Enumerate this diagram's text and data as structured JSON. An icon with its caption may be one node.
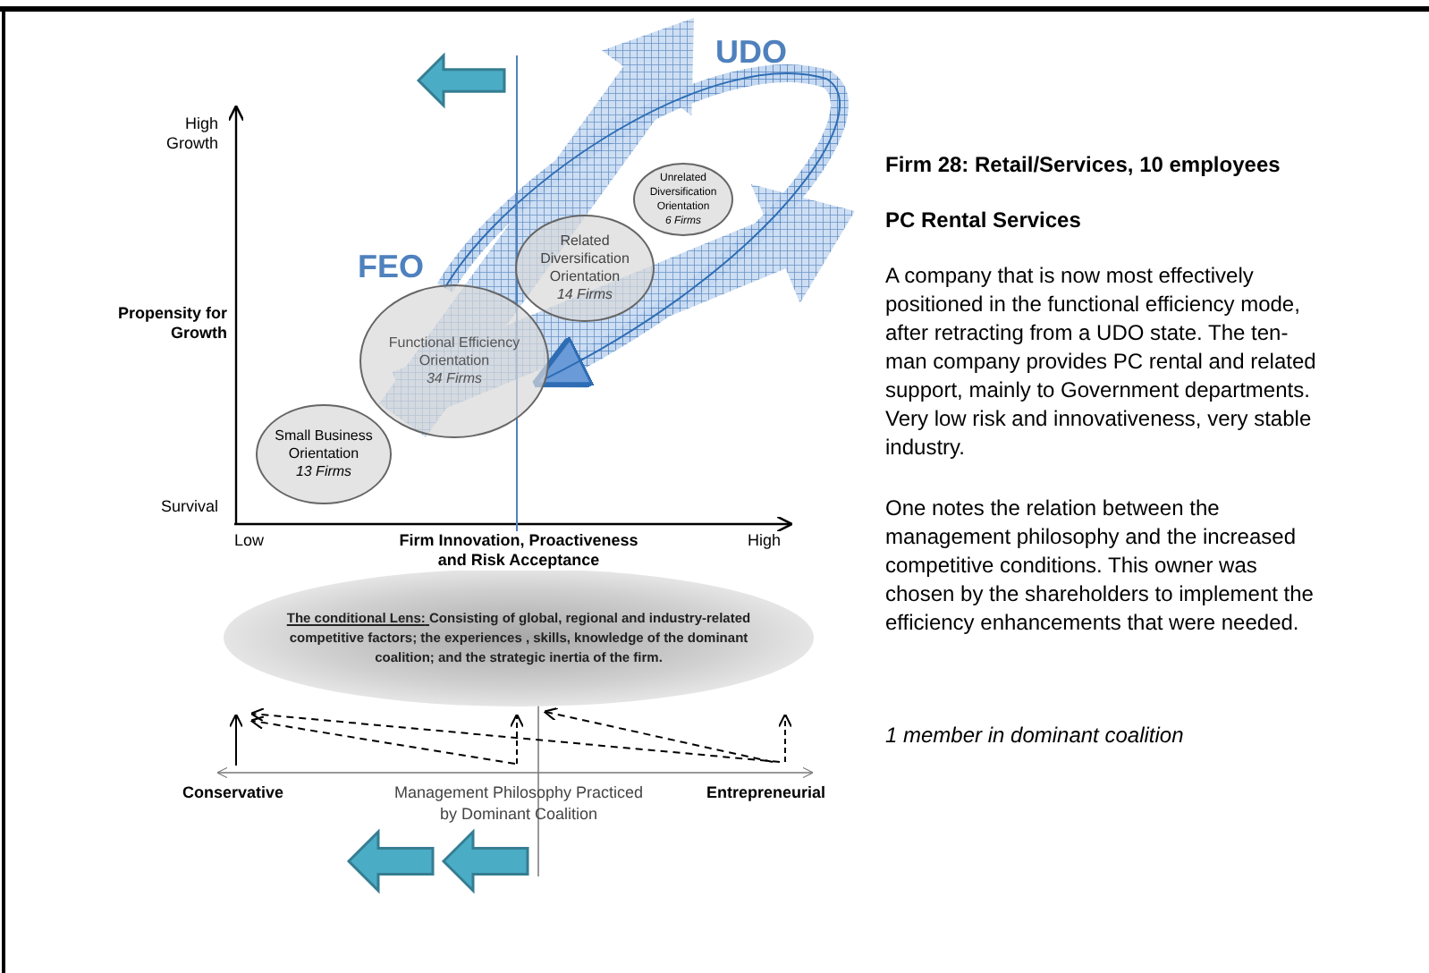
{
  "diagram": {
    "nodes": [
      {
        "text": [
          "Small Business Orientation",
          "13 Firms"
        ]
      },
      {
        "text": [
          "Functional Efficiency Orientation",
          "34 Firms"
        ]
      },
      {
        "text": [
          "Related Diversification Orientation",
          "14 Firms"
        ]
      },
      {
        "text": [
          "Unrelated Diversification Orientation",
          "6 Firms"
        ]
      },
      {
        "text": [
          "The conditional Lens:",
          "Consisting of global, regional and industry-related competitive factors; the experiences , skills, knowledge of the dominant coalition; and the strategic inertia of the firm."
        ]
      }
    ],
    "edges": [
      {
        "from": 1,
        "to": 1,
        "arrow": "to"
      }
    ],
    "labels": [
      "UDO",
      "High Growth",
      "FEO",
      "Propensity for Growth",
      "Survival",
      "Low",
      "Firm Innovation, Proactiveness and Risk Acceptance",
      "High",
      "Conservative",
      "Management Philosophy Practiced by Dominant Coalition",
      "Entrepreneurial",
      "Firm 28: Retail/Services, 10 employees",
      "PC Rental Services",
      "A company that is now most effectively positioned in the functional efficiency mode, after retracting from a UDO state. The ten-man company provides PC rental and related support, mainly to Government departments. Very low risk and innovativeness, very stable industry.",
      "One notes the relation between the management philosophy and the increased competitive conditions. This owner was chosen by the shareholders to implement the efficiency enhancements that were needed.",
      "1 member in dominant coalition"
    ]
  }
}
